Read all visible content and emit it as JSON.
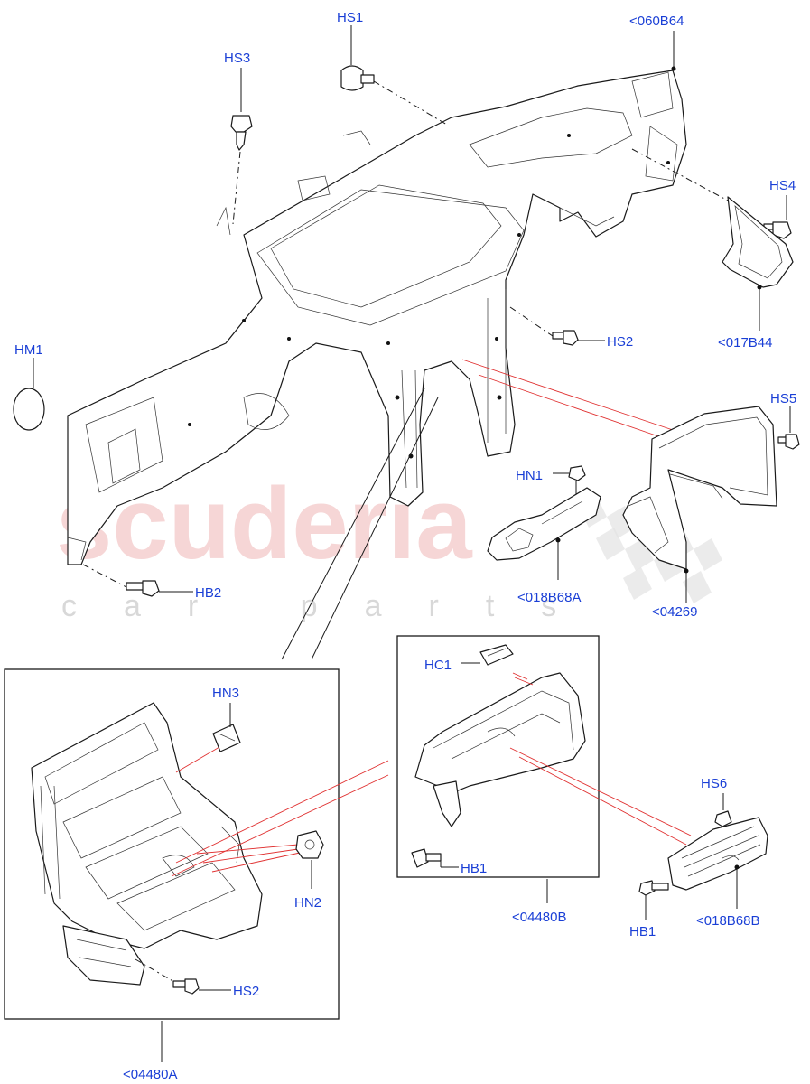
{
  "watermark": {
    "brand": "scuderia",
    "tagline": "car parts"
  },
  "callouts": {
    "hs1": "HS1",
    "hs3": "HS3",
    "ref_060b64": "<060B64",
    "hs4": "HS4",
    "ref_017b44": "<017B44",
    "hm1": "HM1",
    "hs2_top": "HS2",
    "hs5": "HS5",
    "hn1": "HN1",
    "ref_018b68a": "<018B68A",
    "ref_04269": "<04269",
    "hb2": "HB2",
    "hn3": "HN3",
    "hn2": "HN2",
    "hs2_bottom": "HS2",
    "ref_04480a": "<04480A",
    "hc1": "HC1",
    "hb1_box": "HB1",
    "ref_04480b": "<04480B",
    "hs6": "HS6",
    "hb1_right": "HB1",
    "ref_018b68b": "<018B68B"
  },
  "colors": {
    "callout_text": "#1a3fd6",
    "leader_red": "#e03030",
    "watermark_red": "#f3c9c9",
    "line": "#1a1a1a"
  }
}
